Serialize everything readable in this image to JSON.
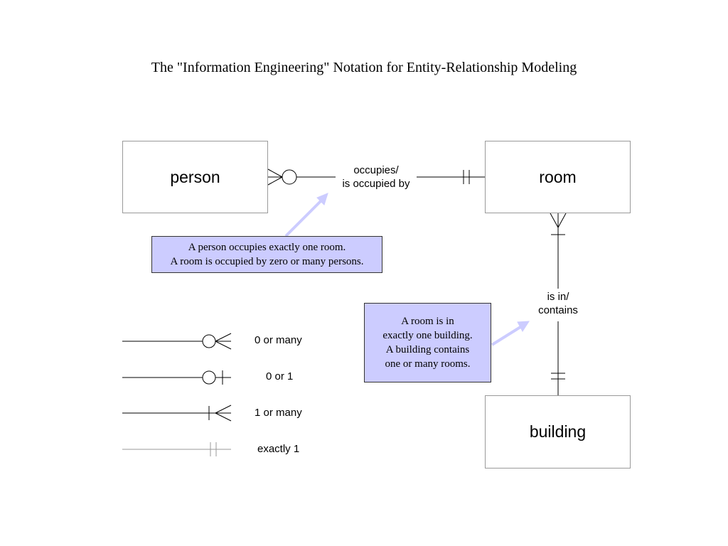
{
  "title": "The \"Information Engineering\" Notation for Entity-Relationship Modeling",
  "entities": {
    "person": "person",
    "room": "room",
    "building": "building"
  },
  "relationships": {
    "occupies": "occupies/\nis occupied by",
    "is_in": "is in/\ncontains"
  },
  "notes": {
    "person_room": "A person occupies exactly one room.\nA room is occupied by zero or many persons.",
    "room_building": "A room is in\nexactly one building.\nA building contains\none or many rooms."
  },
  "legend": {
    "zero_or_many": "0 or many",
    "zero_or_one": "0 or 1",
    "one_or_many": "1 or many",
    "exactly_one": "exactly 1"
  },
  "colors": {
    "note_fill": "#ccccff",
    "arrow": "#ccccff",
    "entity_border": "#9a9a9a"
  }
}
